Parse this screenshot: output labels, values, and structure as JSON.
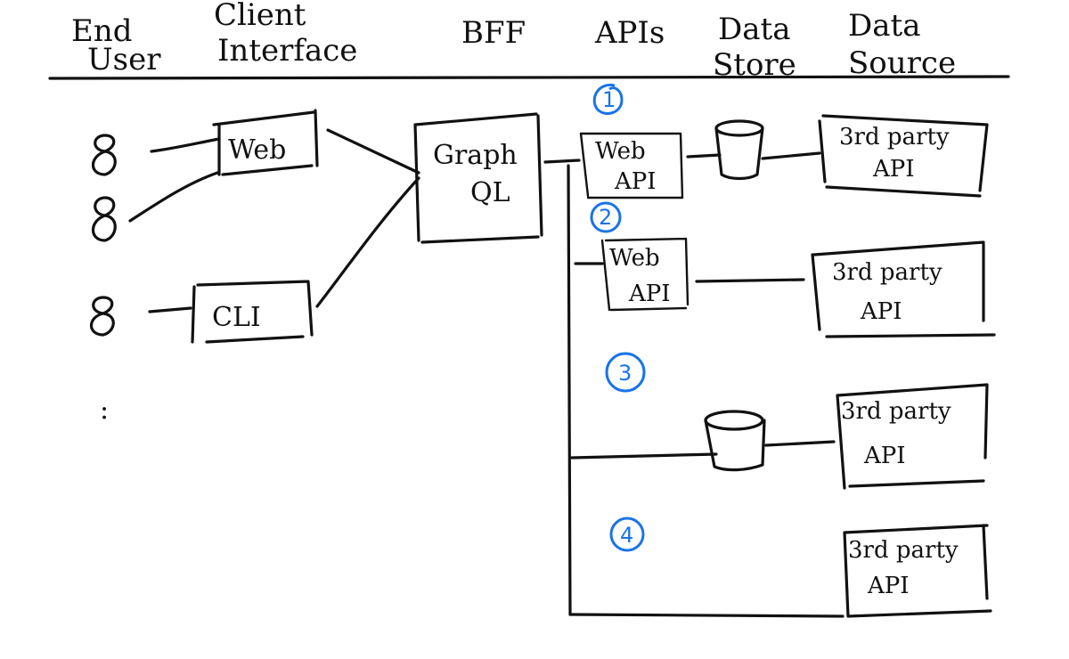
{
  "headers": {
    "end_user_1": "End",
    "end_user_2": "User",
    "client_1": "Client",
    "client_2": "Interface",
    "bff": "BFF",
    "apis": "APIs",
    "data_store_1": "Data",
    "data_store_2": "Store",
    "data_source_1": "Data",
    "data_source_2": "Source"
  },
  "clients": {
    "web": "Web",
    "cli": "CLI"
  },
  "bff": {
    "line1": "Graph",
    "line2": "QL"
  },
  "apis": {
    "api1_line1": "Web",
    "api1_line2": "API",
    "api2_line1": "Web",
    "api2_line2": "API"
  },
  "sources": {
    "line1": "3rd party",
    "line2": "API"
  },
  "route_numbers": [
    "1",
    "2",
    "3",
    "4"
  ],
  "ellipsis": ":",
  "colors": {
    "ink": "#111111",
    "route_marker": "#1a73e8"
  }
}
